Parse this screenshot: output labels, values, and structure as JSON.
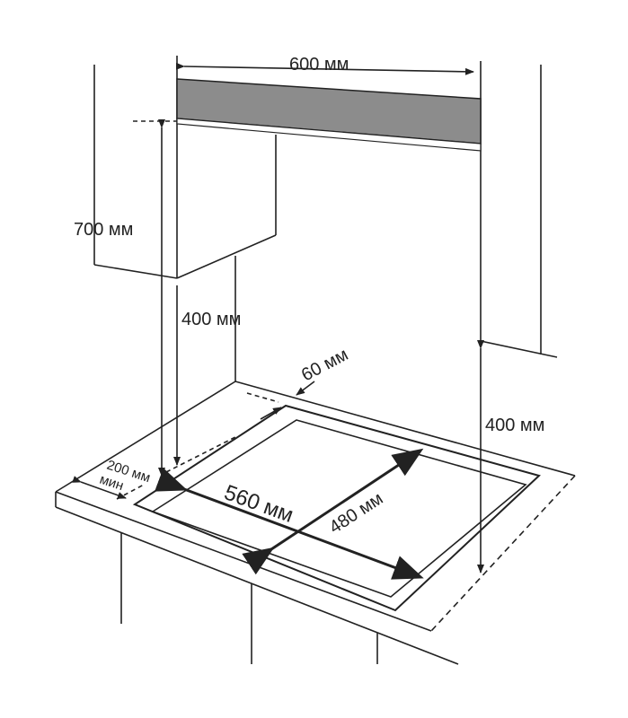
{
  "labels": {
    "hood_width": "600 мм",
    "cabinet_height": "700 мм",
    "hood_to_hob_left": "400 мм",
    "back_gap": "60 мм",
    "hood_to_hob_right": "400 мм",
    "side_gap": "200 мм",
    "side_gap_min": "мин",
    "cutout_width": "560 мм",
    "cutout_depth": "480 мм"
  },
  "colors": {
    "hood": "#8c8c8c",
    "line": "#222222"
  }
}
